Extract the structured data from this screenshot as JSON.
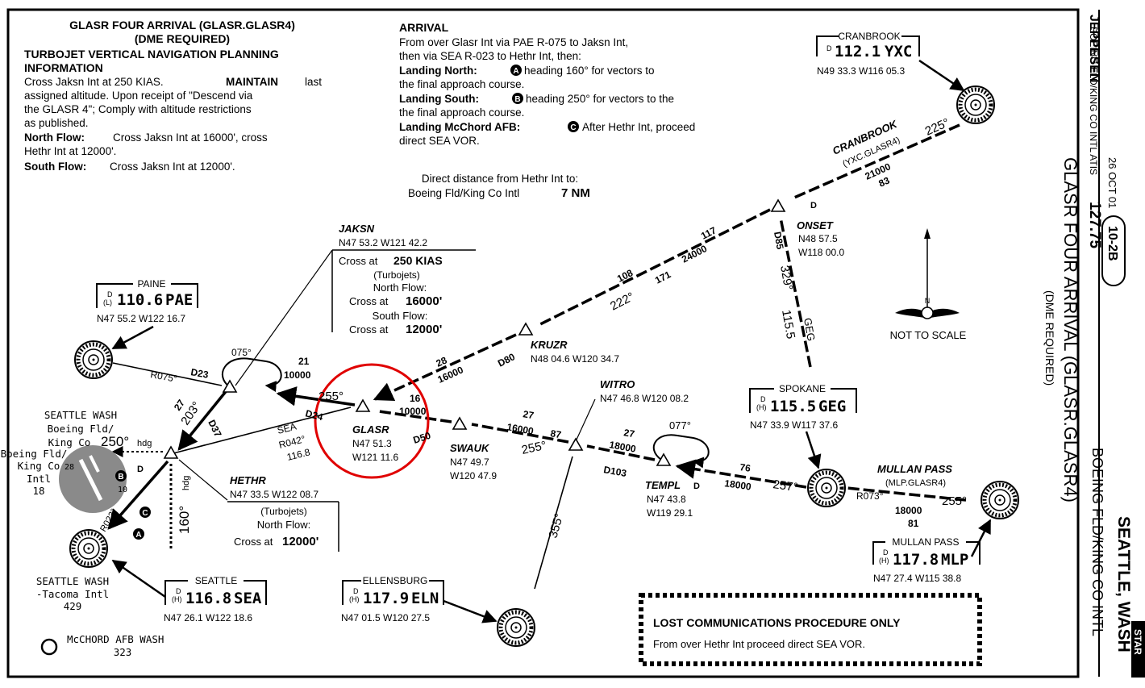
{
  "header": {
    "procedure_title": "GLASR FOUR ARRIVAL (GLASR.GLASR4)",
    "dme_required": "(DME REQUIRED)",
    "vnav_title_1": "TURBOJET VERTICAL NAVIGATION PLANNING",
    "vnav_title_2": "INFORMATION",
    "vnav_line_1": "Cross Jaksn Int at 250 KIAS.",
    "vnav_maintain": "MAINTAIN",
    "vnav_line_1b": "last",
    "vnav_line_2": "assigned altitude. Upon receipt of \"Descend via",
    "vnav_line_3": "the GLASR 4\"; Comply with altitude restrictions",
    "vnav_line_4": "as published.",
    "north_flow_label": "North Flow:",
    "north_flow_text": "Cross Jaksn Int at 16000', cross",
    "north_flow_text_2": "Hethr Int at 12000'.",
    "south_flow_label": "South Flow:",
    "south_flow_text": "Cross Jaksn Int at 12000'."
  },
  "arrival": {
    "heading": "ARRIVAL",
    "line_1": "From over Glasr Int via PAE R-075 to Jaksn Int,",
    "line_2": "then via SEA R-023 to Hethr Int, then:",
    "landing_north_label": "Landing North:",
    "landing_north_text": "heading 160° for vectors to",
    "landing_north_text_2": "the final approach course.",
    "landing_south_label": "Landing South:",
    "landing_south_text": "heading 250° for vectors to the",
    "landing_south_text_2": "the final approach course.",
    "landing_mcchord_label": "Landing McChord AFB:",
    "landing_mcchord_text": "After Hethr Int, proceed",
    "landing_mcchord_text_2": "direct SEA VOR.",
    "marker_a": "A",
    "marker_b": "B",
    "marker_c": "C",
    "distance_line_1": "Direct distance from Hethr Int to:",
    "distance_line_2": "Boeing Fld/King Co Intl",
    "distance_value": "7 NM"
  },
  "sidebar": {
    "brand": "JEPPESEN",
    "date": "26 OCT 01",
    "chart_id": "10-2B",
    "airport_top": "BOEING FLD/KING CO INTL ATIS",
    "atis_freq": "127.75",
    "title_vertical": "GLASR FOUR ARRIVAL (GLASR.GLASR4)",
    "subtitle_vertical": "(DME REQUIRED)",
    "airport_vertical": "BOEING FLD/KING CO INTL",
    "city": "SEATTLE, WASH",
    "star_tab": "STAR"
  },
  "navaids": {
    "cranbrook": {
      "name": "CRANBROOK",
      "d": "D",
      "freq": "112.1",
      "ident": "YXC",
      "coords": "N49 33.3 W116 05.3"
    },
    "paine": {
      "name": "PAINE",
      "d": "D",
      "class": "(L)",
      "freq": "110.6",
      "ident": "PAE",
      "coords": "N47 55.2 W122 16.7"
    },
    "spokane": {
      "name": "SPOKANE",
      "d": "D",
      "class": "(H)",
      "freq": "115.5",
      "ident": "GEG",
      "coords": "N47 33.9 W117 37.6"
    },
    "mullan": {
      "name": "MULLAN PASS",
      "d": "D",
      "class": "(H)",
      "freq": "117.8",
      "ident": "MLP",
      "coords": "N47 27.4 W115 38.8"
    },
    "seattle": {
      "name": "SEATTLE",
      "d": "D",
      "class": "(H)",
      "freq": "116.8",
      "ident": "SEA",
      "coords": "N47 26.1 W122 18.6"
    },
    "ellensburg": {
      "name": "ELLENSBURG",
      "d": "D",
      "class": "(H)",
      "freq": "117.9",
      "ident": "ELN",
      "coords": "N47 01.5 W120 27.5"
    }
  },
  "fixes": {
    "jaksn": {
      "name": "JAKSN",
      "coords": "N47 53.2 W121 42.2",
      "cross": "Cross at",
      "speed": "250 KIAS",
      "turbojets": "(Turbojets)",
      "north": "North Flow:",
      "cross_n": "Cross at",
      "alt_n": "16000'",
      "south": "South Flow:",
      "cross_s": "Cross at",
      "alt_s": "12000'"
    },
    "glasr": {
      "name": "GLASR",
      "lat": "N47 51.3",
      "lon": "W121 11.6"
    },
    "hethr": {
      "name": "HETHR",
      "coords": "N47 33.5 W122 08.7",
      "turbojets": "(Turbojets)",
      "north": "North Flow:",
      "cross": "Cross at",
      "alt": "12000'"
    },
    "kruzr": {
      "name": "KRUZR",
      "coords": "N48 04.6 W120 34.7",
      "dme": "D80"
    },
    "onset": {
      "name": "ONSET",
      "lat": "N48 57.5",
      "lon": "W118 00.0",
      "dme": "D85",
      "dme_b": "D"
    },
    "swauk": {
      "name": "SWAUK",
      "lat": "N47 49.7",
      "lon": "W120 47.9"
    },
    "witro": {
      "name": "WITRO",
      "coords": "N47 46.8 W120 08.2"
    },
    "templ": {
      "name": "TEMPL",
      "lat": "N47 43.8",
      "lon": "W119 29.1",
      "dme_d": "D"
    }
  },
  "routes": {
    "cranbrook_name": "CRANBROOK",
    "cranbrook_id": "(YXC.GLASR4)",
    "cranbrook_course": "225°",
    "cranbrook_mea": "21000",
    "cranbrook_dist": "83",
    "onset_kruzr_dist": "117",
    "onset_kruzr_mea": "24000",
    "onset_kruzr_course": "222°",
    "onset_kruzr_mra": "108",
    "onset_kruzr_mra_2": "171",
    "kruzr_glasr_dist": "28",
    "kruzr_glasr_mea": "16000",
    "glasr_jaksn_dist": "21",
    "glasr_jaksn_mea": "10000",
    "glasr_jaksn_course": "255°",
    "glasr_jaksn_dme": "D24",
    "sea_radial_name": "SEA",
    "sea_radial": "R042°",
    "sea_radial_dist": "116.8",
    "glasr_box_dist": "16",
    "glasr_box_mea": "10000",
    "glasr_box_dme": "D50",
    "witro_swauk_dist": "27",
    "witro_swauk_mea": "16000",
    "witro_swauk_dist_2": "87",
    "witro_swauk_course": "255°",
    "templ_witro_dist": "27",
    "templ_witro_mea": "18000",
    "templ_witro_dme": "D103",
    "templ_hold": "077°",
    "geg_templ_dist": "76",
    "geg_templ_mea": "18000",
    "geg_templ_course": "257°",
    "geg_onset_course": "329°",
    "geg_onset_freq": "115.5",
    "geg_onset_ident": "GEG",
    "mullan_name": "MULLAN PASS",
    "mullan_id": "(MLP.GLASR4)",
    "mullan_radial": "R073°",
    "mullan_course": "255°",
    "mullan_mea": "18000",
    "mullan_dist": "81",
    "eln_course": "355°",
    "jaksn_hold": "075°",
    "jaksn_hethr_course": "203°",
    "jaksn_hethr_dist": "27",
    "jaksn_hethr_dme": "D37",
    "pae_radial": "R075°",
    "pae_dme": "D23",
    "hethr_heading_south": "250°",
    "hethr_heading_south_hdg": "hdg",
    "hethr_heading_north": "160°",
    "hethr_heading_north_hdg": "hdg",
    "sea_r023": "R023°",
    "hethr_d": "D"
  },
  "airports": {
    "seattle_wash_1": "SEATTLE WASH",
    "seattle_wash_2": "Boeing Fld/",
    "seattle_wash_3": "King Co",
    "boeing_1": "Boeing Fld/",
    "boeing_2": "King Co",
    "boeing_3": "Intl",
    "boeing_4": "18",
    "rwy_28": "28",
    "rwy_10": "10",
    "seatac_1": "SEATTLE WASH",
    "seatac_2": "-Tacoma Intl",
    "seatac_3": "429",
    "mcchord_1": "McCHORD AFB WASH",
    "mcchord_2": "323"
  },
  "misc": {
    "not_to_scale": "NOT TO SCALE",
    "north_n": "N",
    "lost_comm_title": "LOST COMMUNICATIONS PROCEDURE ONLY",
    "lost_comm_text": "From over Hethr Int proceed direct SEA VOR."
  }
}
